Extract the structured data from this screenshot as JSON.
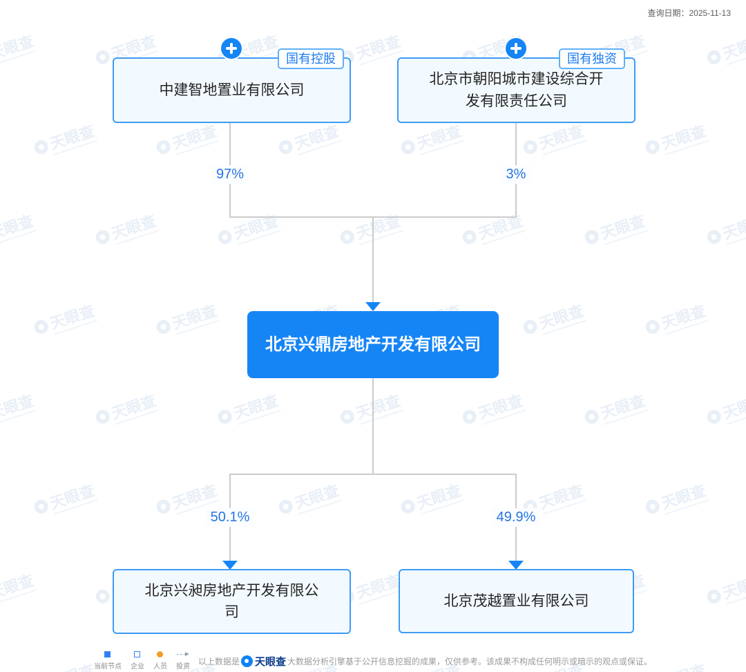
{
  "header": {
    "query_date": "查询日期：2025-11-13"
  },
  "diagram": {
    "parents": [
      {
        "name": "中建智地置业有限公司",
        "tag": "国有控股",
        "share": "97%"
      },
      {
        "name": "北京市朝阳城市建设综合开发有限责任公司",
        "tag": "国有独资",
        "share": "3%"
      }
    ],
    "current": {
      "name": "北京兴鼎房地产开发有限公司"
    },
    "children": [
      {
        "name": "北京兴昶房地产开发有限公司",
        "share": "50.1%"
      },
      {
        "name": "北京茂越置业有限公司",
        "share": "49.9%"
      }
    ]
  },
  "legend": {
    "items": [
      {
        "label": "当前节点",
        "type": "current"
      },
      {
        "label": "企业",
        "type": "company"
      },
      {
        "label": "人员",
        "type": "person"
      },
      {
        "label": "投资",
        "type": "invest"
      }
    ]
  },
  "disclaimer": {
    "prefix": "以上数据是",
    "brand": "天眼查",
    "text": "大数据分析引擎基于公开信息挖掘的成果，仅供参考。该成果不构成任何明示或暗示的观点或保证。"
  },
  "watermark": {
    "text": "天眼查"
  },
  "colors": {
    "accent_blue": "#1585f6",
    "node_border": "#3d9bf5",
    "node_bg": "#f3faff",
    "line_gray": "#cbcbcb",
    "percent_blue": "#2374e7",
    "person_orange": "#f59a23"
  }
}
